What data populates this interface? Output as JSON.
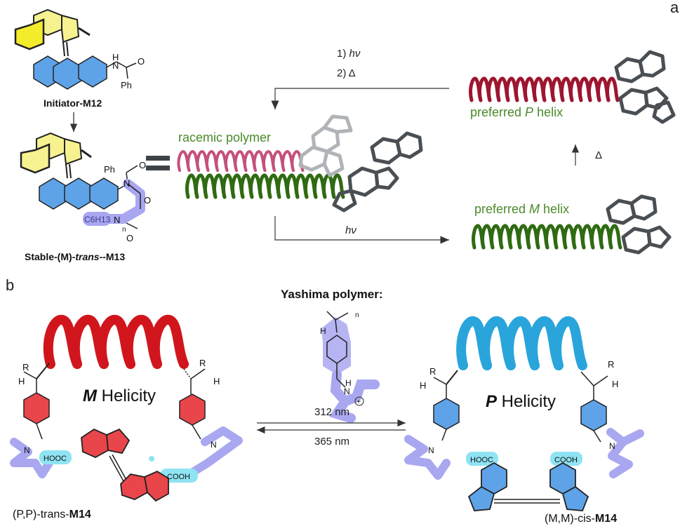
{
  "panel_a": {
    "letter": "a",
    "initiator_label": "Initiator-M12",
    "stable_label_prefix": "Stable-(M)-",
    "stable_label_italic": "trans",
    "stable_label_suffix": "--M13",
    "ph_label": "Ph",
    "ph_label_2": "Ph",
    "nh_label": "H",
    "n_label": "N",
    "o_label": "O",
    "n2_label": "N",
    "o2_label": "O",
    "o3_label": "O",
    "n3_label": "N",
    "c6h13_label": "C6H13",
    "n_sub": "n",
    "step1": "1) hν",
    "step2": "2) Δ",
    "racemic_label": "racemic polymer",
    "preferred_p_prefix": "preferred ",
    "preferred_p_italic": "P",
    "preferred_p_suffix": " helix",
    "preferred_m_prefix": "preferred ",
    "preferred_m_italic": "M",
    "preferred_m_suffix": " helix",
    "bottom_arrow_label": "hν",
    "delta_label": "Δ",
    "equals": "="
  },
  "panel_b": {
    "letter": "b",
    "yashima_title": "Yashima polymer:",
    "yashima_h": "H",
    "yashima_n": "n",
    "yashima_nh": "N",
    "yashima_h2": "H",
    "m_helicity_italic": "M",
    "m_helicity_text": " Helicity",
    "p_helicity_italic": "P",
    "p_helicity_text": " Helicity",
    "wavelength_1": "312 nm",
    "wavelength_2": "365 nm",
    "left_label_prefix": "(P,P)-trans-",
    "left_label_bold": "M14",
    "right_label_prefix": "(M,M)-cis-",
    "right_label_bold": "M14",
    "hooc_left": "HOOC",
    "cooh_left": "COOH",
    "hooc_right": "HOOC",
    "cooh_right": "COOH",
    "r_label": "R",
    "h_label": "H",
    "nh_plus": "N",
    "plus": "+"
  },
  "colors": {
    "red_helix": "#d0161c",
    "blue_helix": "#29a5dc",
    "green_helix": "#2f6b12",
    "pink_helix": "#c4507d",
    "dark_red_helix": "#9e1530",
    "lavender": "#a9a7f0",
    "cyan_highlight": "#8fe3f3",
    "yellow_ring": "#f6f290",
    "blue_ring": "#5ea3e8",
    "green_text": "#4a8a2a",
    "grey_molecule": "#4a4f54"
  }
}
